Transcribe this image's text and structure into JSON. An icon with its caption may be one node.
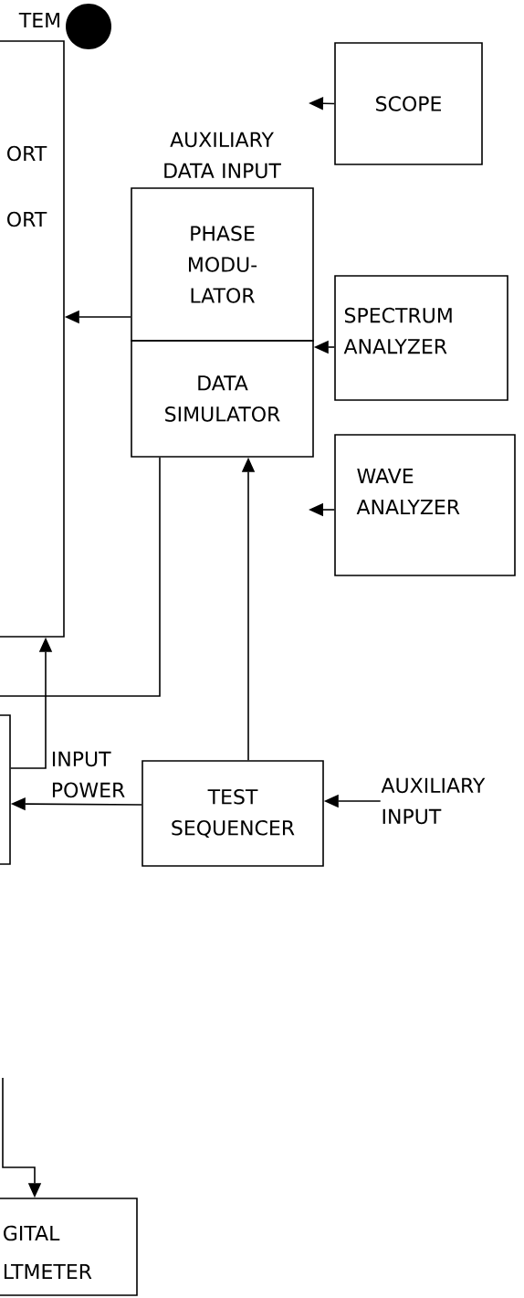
{
  "diagram": {
    "nodes": [
      {
        "text": [
          "TEM",
          "ORT",
          "ORT"
        ]
      },
      {
        "text": [],
        "shape": "box"
      },
      {
        "text": [
          "PHASE MODU- LATOR"
        ]
      },
      {
        "text": [
          "DATA SIMULATOR"
        ]
      },
      {
        "text": [
          "SCOPE"
        ]
      },
      {
        "text": [
          "SPECTRUM ANALYZER"
        ]
      },
      {
        "text": [
          "WAVE ANALYZER"
        ]
      },
      {
        "text": [
          "TEST SEQUENCER"
        ]
      },
      {
        "text": [
          "AUXILIARY INPUT"
        ]
      },
      {
        "text": [
          "GITAL",
          "LTMETER"
        ]
      }
    ],
    "edges": [
      {
        "from": 4,
        "to": null,
        "arrow": "to"
      },
      {
        "from": 5,
        "to": 3,
        "arrow": "to"
      },
      {
        "from": 6,
        "to": null,
        "arrow": "to"
      },
      {
        "from": 2,
        "to": 0,
        "arrow": "to"
      },
      {
        "from": 3,
        "to": null,
        "arrow": "none"
      },
      {
        "from": 7,
        "to": 3,
        "arrow": "to"
      },
      {
        "from": 7,
        "to": 1,
        "arrow": "to"
      },
      {
        "from": 1,
        "to": 0,
        "arrow": "to"
      },
      {
        "from": 8,
        "to": 7,
        "arrow": "to"
      },
      {
        "from": null,
        "to": 9,
        "arrow": "to"
      }
    ],
    "labels": [
      "AUXILIARY DATA INPUT",
      "INPUT POWER"
    ]
  }
}
